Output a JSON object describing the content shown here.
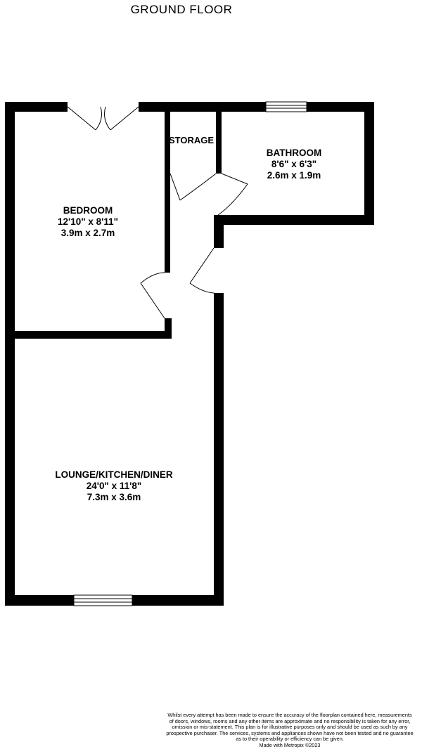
{
  "title": "GROUND FLOOR",
  "rooms": {
    "bedroom": {
      "name": "BEDROOM",
      "imperial": "12'10\"  x 8'11\"",
      "metric": "3.9m  x 2.7m"
    },
    "bathroom": {
      "name": "BATHROOM",
      "imperial": "8'6\"  x 6'3\"",
      "metric": "2.6m  x 1.9m"
    },
    "lounge": {
      "name": "LOUNGE/KITCHEN/DINER",
      "imperial": "24'0\"  x 11'8\"",
      "metric": "7.3m  x 3.6m"
    },
    "storage": {
      "name": "STORAGE"
    }
  },
  "disclaimer": {
    "line1": "Whilst every attempt has been made to ensure the accuracy of the floorplan contained here, measurements",
    "line2": "of doors, windows, rooms and any other items are approximate and no responsibility is taken for any error,",
    "line3": "omission or mis-statement. This plan is for illustrative purposes only and should be used as such by any",
    "line4": "prospective purchaser. The services, systems and appliances shown have not been tested and no guarantee",
    "line5": "as to their operability or efficiency can be given.",
    "line6": "Made with Metropix ©2023"
  },
  "colors": {
    "wall": "#000000",
    "background": "#ffffff",
    "window_fill": "#ffffff"
  }
}
